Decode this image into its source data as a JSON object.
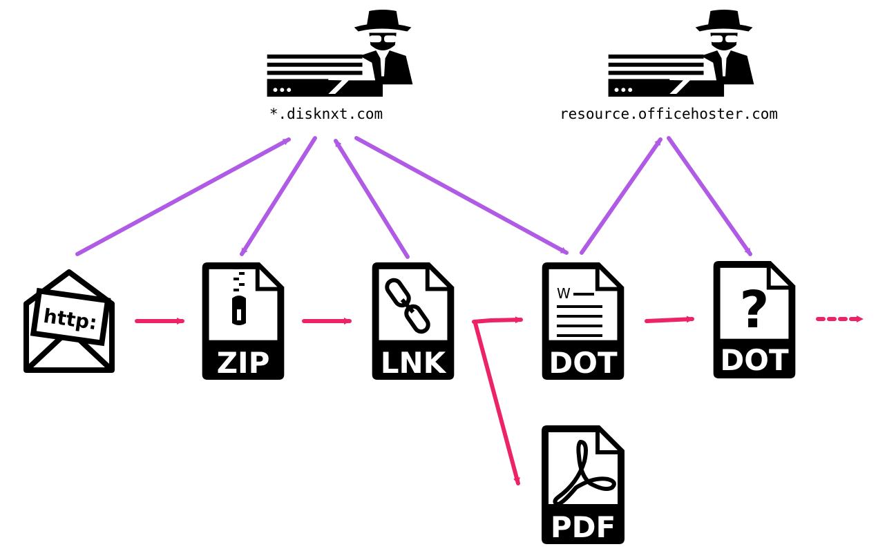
{
  "colors": {
    "c2_arrow": "#b05be6",
    "flow_arrow": "#ec2467",
    "icon": "#000000",
    "background": "#ffffff"
  },
  "servers": [
    {
      "id": "disknxt",
      "label": "*.disknxt.com",
      "icon": "hacker-server-icon"
    },
    {
      "id": "officehoster",
      "label": "resource.officehoster.com",
      "icon": "hacker-server-icon"
    }
  ],
  "nodes": [
    {
      "id": "email",
      "icon": "email-envelope-icon",
      "inner_text": "http:"
    },
    {
      "id": "zip",
      "icon": "zip-file-icon",
      "label": "ZIP"
    },
    {
      "id": "lnk",
      "icon": "lnk-file-icon",
      "label": "LNK"
    },
    {
      "id": "dot1",
      "icon": "word-doc-file-icon",
      "label": "DOT",
      "inner_text": "W"
    },
    {
      "id": "dot2",
      "icon": "unknown-file-icon",
      "label": "DOT",
      "inner_text": "?"
    },
    {
      "id": "pdf",
      "icon": "pdf-file-icon",
      "label": "PDF"
    }
  ],
  "flows": [
    {
      "from": "email",
      "to": "zip"
    },
    {
      "from": "zip",
      "to": "lnk"
    },
    {
      "from": "lnk",
      "to": "dot1"
    },
    {
      "from": "lnk",
      "to": "pdf"
    },
    {
      "from": "dot1",
      "to": "dot2"
    },
    {
      "from": "dot2",
      "to": "next",
      "style": "dotted"
    }
  ],
  "c2_links": [
    {
      "from": "email",
      "to": "disknxt"
    },
    {
      "from": "disknxt",
      "to": "zip"
    },
    {
      "from": "lnk",
      "to": "disknxt"
    },
    {
      "from": "disknxt",
      "to": "dot1"
    },
    {
      "from": "dot1",
      "to": "officehoster"
    },
    {
      "from": "officehoster",
      "to": "dot2"
    }
  ]
}
